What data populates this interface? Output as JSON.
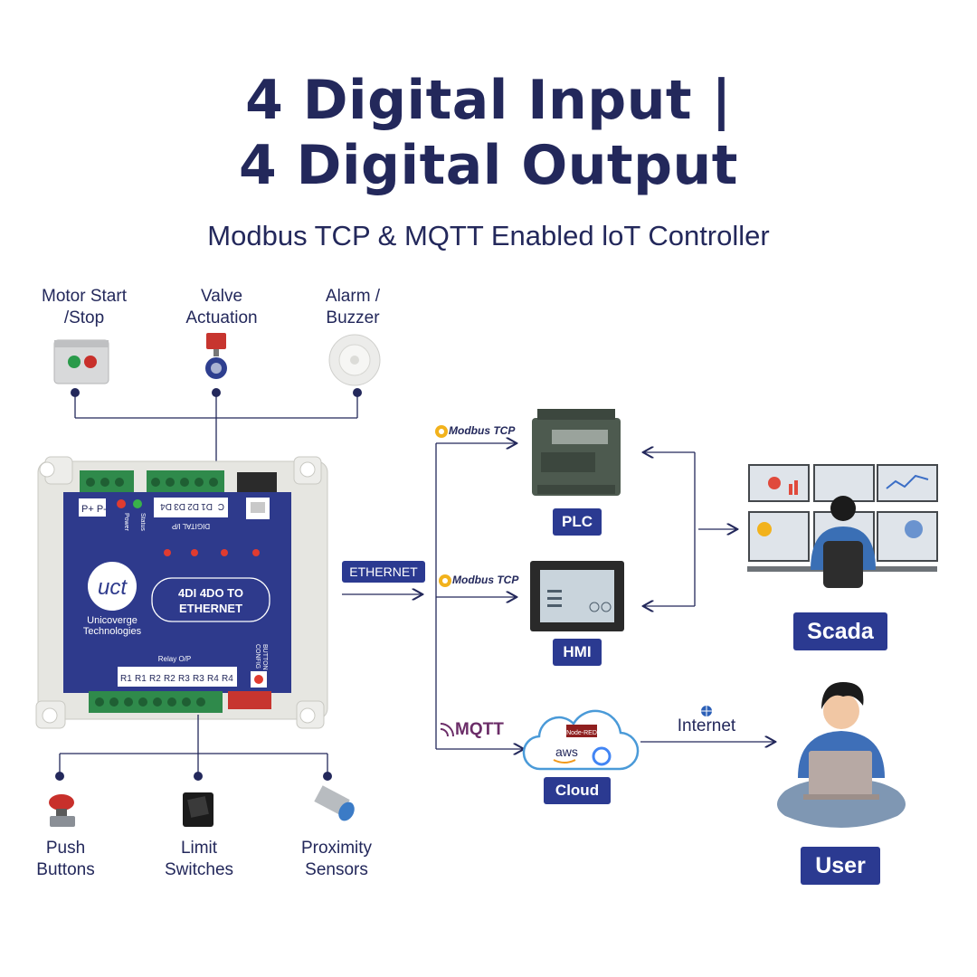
{
  "title_line1": "4 Digital Input |",
  "title_line2": "4 Digital Output",
  "subtitle": "Modbus TCP & MQTT Enabled loT Controller",
  "outputs_top": [
    {
      "line1": "Motor Start",
      "line2": "/Stop"
    },
    {
      "line1": "Valve",
      "line2": "Actuation"
    },
    {
      "line1": "Alarm /",
      "line2": "Buzzer"
    }
  ],
  "inputs_bottom": [
    {
      "line1": "Push",
      "line2": "Buttons"
    },
    {
      "line1": "Limit",
      "line2": "Switches"
    },
    {
      "line1": "Proximity",
      "line2": "Sensors"
    }
  ],
  "device": {
    "model_line1": "4DI 4DO TO",
    "model_line2": "ETHERNET",
    "logo": "uct",
    "brand_line1": "Unicoverge",
    "brand_line2": "Technologies",
    "power_label": "Power",
    "status_label": "Status",
    "supply_labels": [
      "P+",
      "P-"
    ],
    "digital_terminals": [
      "C",
      "D1",
      "D2",
      "D3",
      "D4"
    ],
    "digital_label": "DIGITAL I/P",
    "relay_label": "Relay O/P",
    "relay_terminals": [
      "R1",
      "R1",
      "R2",
      "R2",
      "R3",
      "R3",
      "R4",
      "R4"
    ],
    "config_label_1": "CONFIG",
    "config_label_2": "BUTTON"
  },
  "ethernet_label": "ETHERNET",
  "protocols": {
    "modbus_plc": "Modbus TCP",
    "modbus_hmi": "Modbus TCP",
    "mqtt": "MQTT"
  },
  "targets": {
    "plc": "PLC",
    "hmi": "HMI",
    "cloud": "Cloud",
    "scada": "Scada",
    "user": "User"
  },
  "cloud_logos": {
    "aws": "aws",
    "nodered": "Node-RED"
  },
  "internet_label": "Internet",
  "colors": {
    "navy": "#23285b",
    "badge_blue": "#2b3a91",
    "device_blue": "#2e3a8c",
    "housing": "#e6e6e1",
    "terminal_green": "#2f8a4b"
  }
}
